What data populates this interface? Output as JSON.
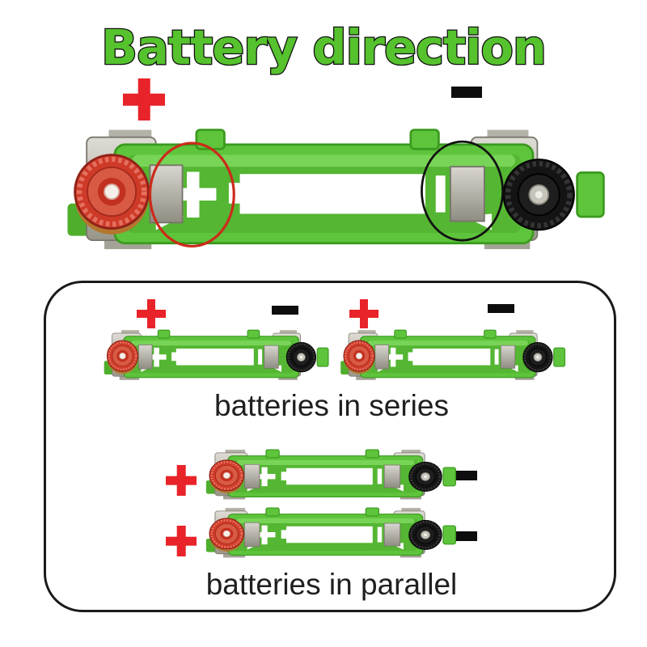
{
  "title": "Battery direction",
  "colors": {
    "title_green": "#55c22e",
    "holder_green": "#5ec43c",
    "positive_red": "#e82329",
    "negative_black": "#0d0d0d",
    "panel_border": "#1a1a1a"
  },
  "main_diagram": {
    "marks": [
      "+",
      "−"
    ],
    "highlight_circles": [
      "red",
      "black"
    ]
  },
  "series_diagram": {
    "caption": "batteries in series",
    "marks": [
      "+",
      "−",
      "+",
      "−"
    ]
  },
  "parallel_diagram": {
    "caption": "batteries in parallel",
    "marks": [
      "+",
      "−",
      "+",
      "−"
    ]
  }
}
